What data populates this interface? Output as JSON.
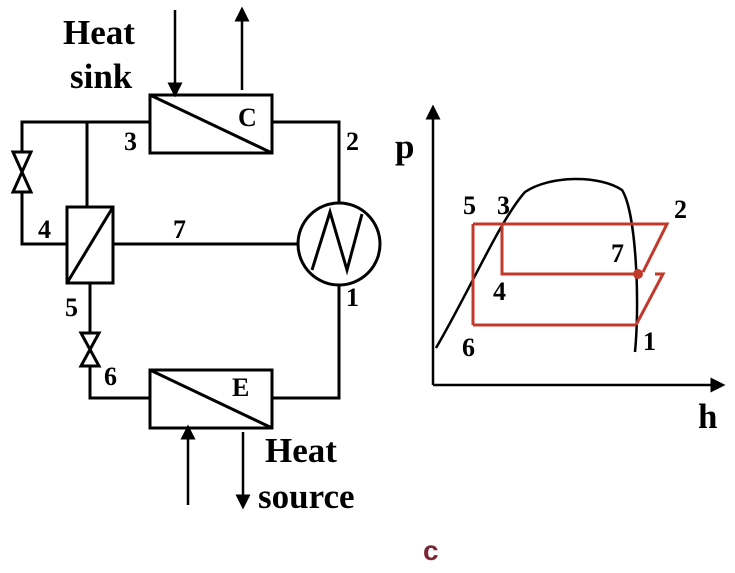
{
  "diagram": {
    "heat_sink_line1": "Heat",
    "heat_sink_line2": "sink",
    "heat_source_line1": "Heat",
    "heat_source_line2": "source",
    "condenser": "C",
    "evaporator": "E",
    "nodes": {
      "n1": "1",
      "n2": "2",
      "n3": "3",
      "n4": "4",
      "n5": "5",
      "n6": "6",
      "n7": "7"
    }
  },
  "ph_chart": {
    "y_axis": "p",
    "x_axis": "h",
    "points": {
      "p1": "1",
      "p2": "2",
      "p3": "3",
      "p4": "4",
      "p5": "5",
      "p6": "6",
      "p7": "7"
    },
    "cycle_color": "#c0392b"
  },
  "panel_label": "c",
  "panel_color": "#7b2535"
}
